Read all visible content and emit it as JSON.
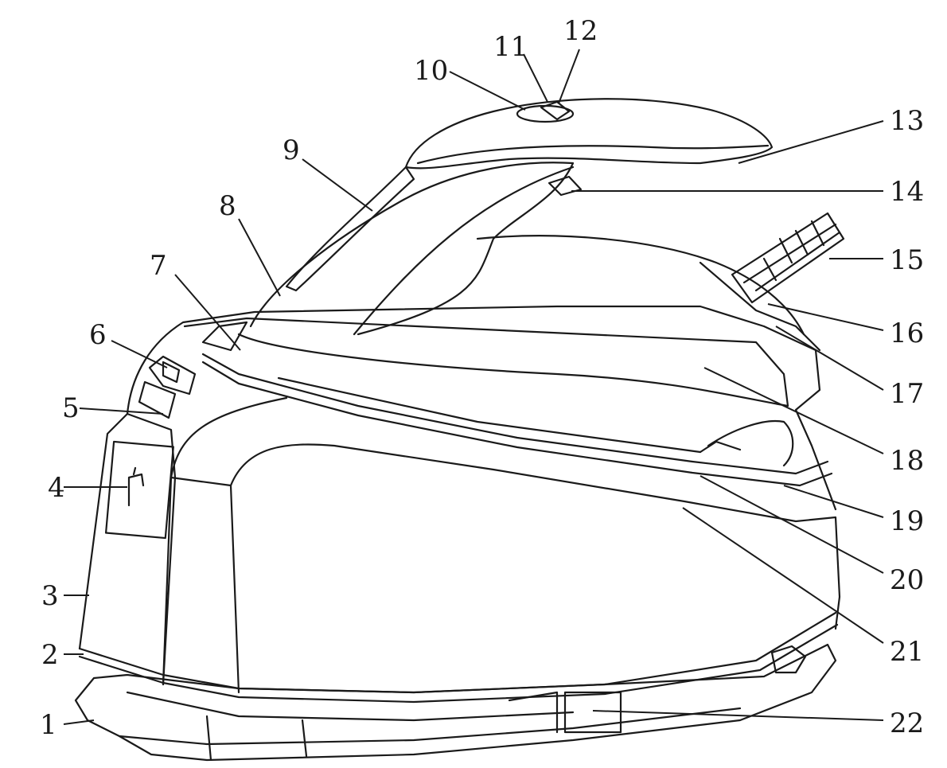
{
  "diagram": {
    "subject": "steam iron",
    "callouts": [
      {
        "id": "1",
        "label": "1"
      },
      {
        "id": "2",
        "label": "2"
      },
      {
        "id": "3",
        "label": "3"
      },
      {
        "id": "4",
        "label": "4"
      },
      {
        "id": "5",
        "label": "5"
      },
      {
        "id": "6",
        "label": "6"
      },
      {
        "id": "7",
        "label": "7"
      },
      {
        "id": "8",
        "label": "8"
      },
      {
        "id": "9",
        "label": "9"
      },
      {
        "id": "10",
        "label": "10"
      },
      {
        "id": "11",
        "label": "11"
      },
      {
        "id": "12",
        "label": "12"
      },
      {
        "id": "13",
        "label": "13"
      },
      {
        "id": "14",
        "label": "14"
      },
      {
        "id": "15",
        "label": "15"
      },
      {
        "id": "16",
        "label": "16"
      },
      {
        "id": "17",
        "label": "17"
      },
      {
        "id": "18",
        "label": "18"
      },
      {
        "id": "19",
        "label": "19"
      },
      {
        "id": "20",
        "label": "20"
      },
      {
        "id": "21",
        "label": "21"
      },
      {
        "id": "22",
        "label": "22"
      }
    ],
    "colors": {
      "line": "#1a1a1a",
      "background": "#ffffff"
    }
  }
}
